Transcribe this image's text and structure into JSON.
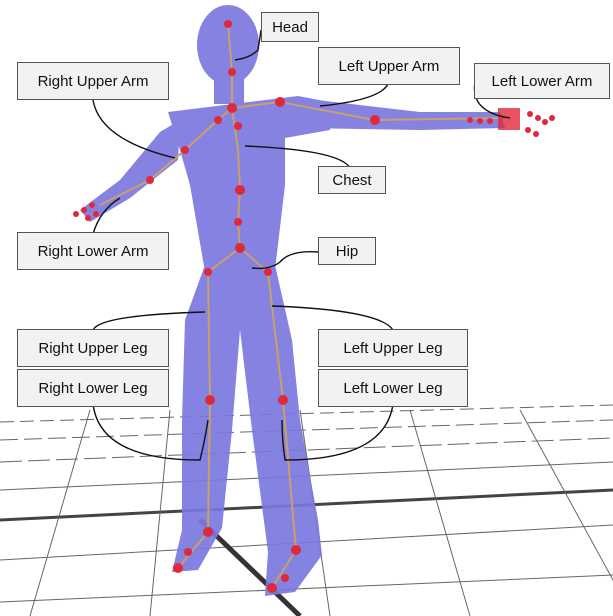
{
  "labels": {
    "head": "Head",
    "left_upper_arm": "Left Upper Arm",
    "left_lower_arm": "Left Lower Arm",
    "right_upper_arm": "Right Upper Arm",
    "chest": "Chest",
    "right_lower_arm": "Right Lower Arm",
    "hip": "Hip",
    "right_upper_leg": "Right Upper Leg",
    "left_upper_leg": "Left Upper Leg",
    "right_lower_leg": "Right Lower Leg",
    "left_lower_leg": "Left Lower Leg"
  },
  "colors": {
    "body": "#7b78e0",
    "bone": "#c9a06a",
    "joint": "#e0283c",
    "label_bg": "#f2f2f2",
    "leader": "#111111",
    "grid": "#555555"
  }
}
